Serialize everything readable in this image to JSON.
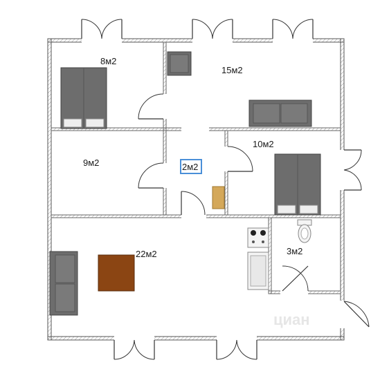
{
  "rooms": {
    "bedroom_top_left": "8м2",
    "living_top_right": "15м2",
    "room_mid_left": "9м2",
    "bathroom_small": "2м2",
    "bedroom_mid_right": "10м2",
    "kitchen_living": "22м2",
    "bathroom_right": "3м2"
  },
  "watermark": "циан",
  "colors": {
    "wall_fill": "#ffffff",
    "wall_line": "#555555",
    "furniture_gray": "#6d6d6d",
    "table_brown": "#8b4513",
    "cabinet_tan": "#d4a85a",
    "highlight_blue": "#4a8fd8"
  }
}
